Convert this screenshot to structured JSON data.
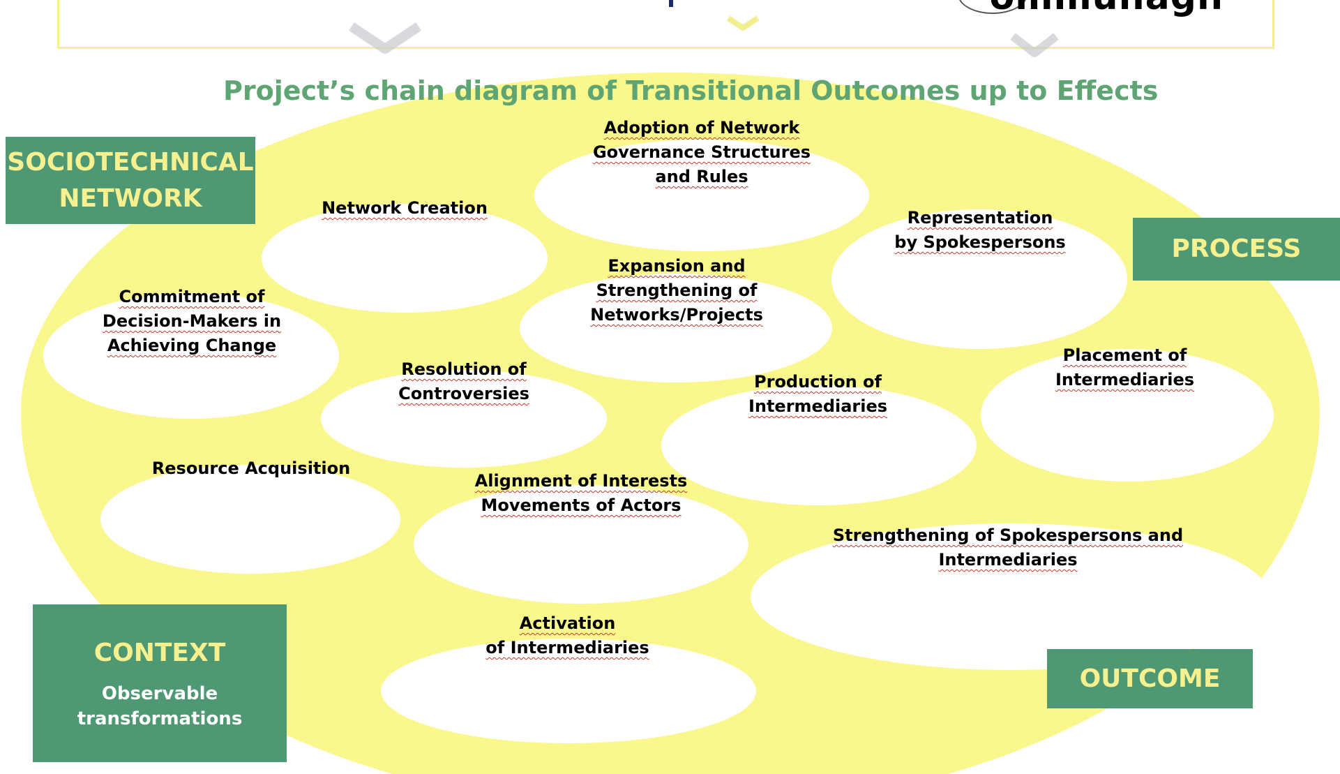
{
  "header": {
    "partial_text": "ommunagh"
  },
  "title": "Project’s chain diagram  of Transitional Outcomes up to Effects",
  "corner_boxes": {
    "sociotechnical_network": "SOCIOTECHNICAL\nNETWORK",
    "process": "PROCESS",
    "context": "CONTEXT",
    "context_sub": "Observable\ntransformations",
    "outcome": "OUTCOME"
  },
  "nodes": {
    "adoption": "Adoption of Network\nGovernance Structures\nand Rules",
    "network_creation": "Network Creation",
    "representation": "Representation\nby Spokespersons",
    "commitment": "Commitment of\nDecision-Makers in\nAchieving Change",
    "expansion": "Expansion and\nStrengthening of\nNetworks/Projects",
    "resolution": "Resolution of\nControversies",
    "production": "Production of\nIntermediaries",
    "placement": "Placement of\nIntermediaries",
    "resource": "Resource Acquisition",
    "alignment": "Alignment of Interests\nMovements of Actors",
    "strengthening": "Strengthening of Spokespersons and\nIntermediaries",
    "activation": "Activation\nof Intermediaries"
  },
  "colors": {
    "background_blob": "#faf78c",
    "title": "#5fa574",
    "box_fill": "#4f9874",
    "box_text": "#f6f08e",
    "box_subtext": "#ffffff",
    "ellipse_fill": "#ffffff",
    "spellcheck_underline": "#c0392b"
  }
}
